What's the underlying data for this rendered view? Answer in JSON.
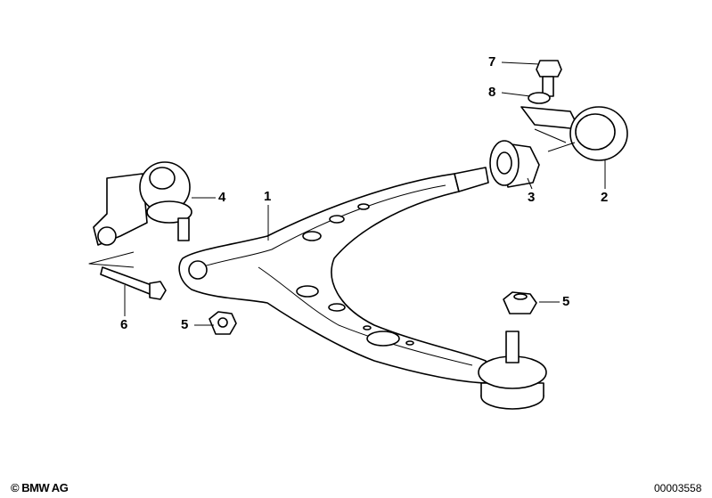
{
  "diagram": {
    "callouts": [
      {
        "id": "7",
        "text": "7"
      },
      {
        "id": "8",
        "text": "8"
      },
      {
        "id": "4",
        "text": "4"
      },
      {
        "id": "1",
        "text": "1"
      },
      {
        "id": "3",
        "text": "3"
      },
      {
        "id": "2",
        "text": "2"
      },
      {
        "id": "6",
        "text": "6"
      },
      {
        "id": "5a",
        "text": "5"
      },
      {
        "id": "5b",
        "text": "5"
      }
    ]
  },
  "footer": {
    "copyright": "© BMW AG",
    "image_number": "00003558"
  },
  "colors": {
    "line": "#000000",
    "background": "#ffffff"
  }
}
